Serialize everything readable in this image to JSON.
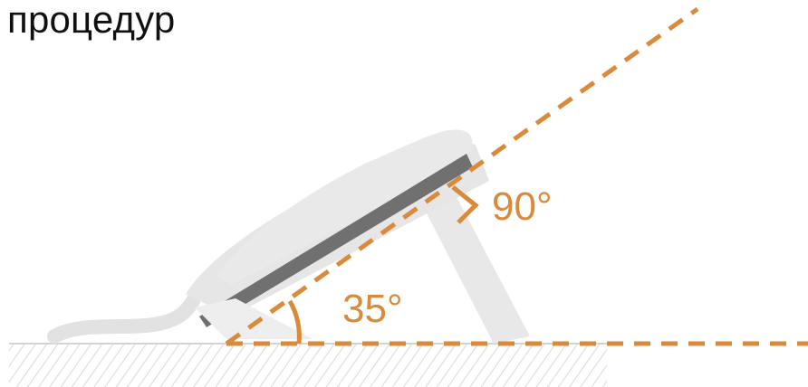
{
  "heading": "процедур",
  "angles": {
    "right_angle_label": "90°",
    "tilt_angle_label": "35°"
  },
  "colors": {
    "guide": "#d98a3a",
    "phone_body": "#e6e6e6",
    "phone_shadow": "#cfcfcf",
    "phone_dark": "#6f6f6f",
    "ground_hatch": "#d9d9d9"
  }
}
